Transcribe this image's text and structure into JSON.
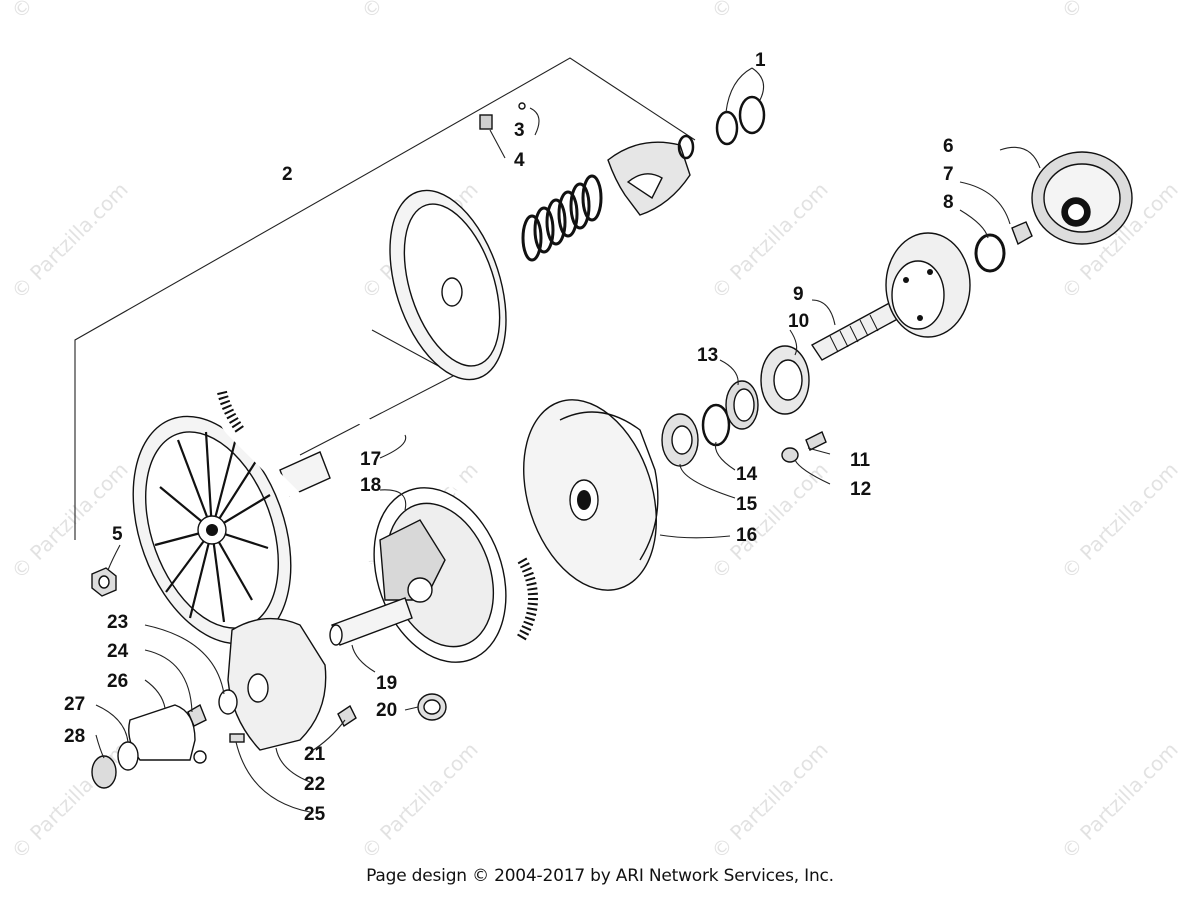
{
  "footer": {
    "copyright": "Page design © 2004-2017 by ARI Network Services, Inc."
  },
  "watermark": {
    "text": "© Partzilla.com"
  },
  "callouts": [
    "1",
    "2",
    "3",
    "4",
    "5",
    "6",
    "7",
    "8",
    "9",
    "10",
    "11",
    "12",
    "13",
    "14",
    "15",
    "16",
    "17",
    "18",
    "19",
    "20",
    "21",
    "22",
    "23",
    "24",
    "25",
    "26",
    "27",
    "28"
  ]
}
